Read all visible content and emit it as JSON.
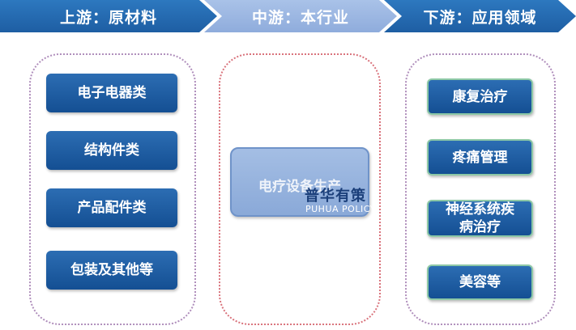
{
  "header": {
    "upstream": "上游：原材料",
    "midstream": "中游：本行业",
    "downstream": "下游：应用领域"
  },
  "upstream_items": [
    "电子电器类",
    "结构件类",
    "产品配件类",
    "包装及其他等"
  ],
  "midstream_item": "电疗设备生产",
  "downstream_items": [
    "康复治疗",
    "疼痛管理",
    "神经系统疾病治疗",
    "美容等"
  ],
  "watermark": {
    "cn": "普华有策",
    "en": "PUHUA POLICY"
  },
  "colors": {
    "dark_blue": "#1e5ea3",
    "light_blue": "#8facdc",
    "green_border": "#8dc8a6"
  }
}
